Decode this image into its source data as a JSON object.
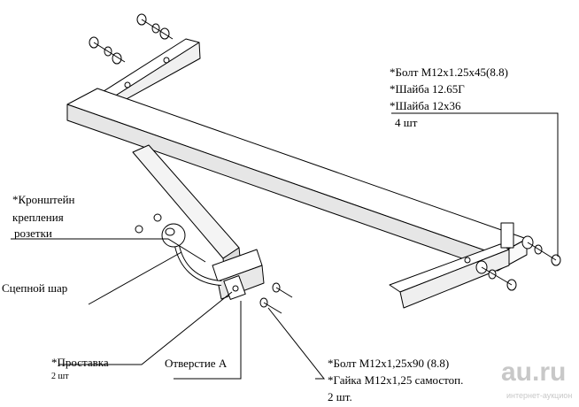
{
  "labels": {
    "top_right": {
      "line1": "*Болт М12х1.25х45(8.8)",
      "line2": "*Шайба 12.65Г",
      "line3": "*Шайба 12х36",
      "qty": "4 шт"
    },
    "bracket": {
      "line1": "*Кронштейн",
      "line2": "крепления",
      "line3": "розетки"
    },
    "ball": "Сцепной шар",
    "spacer": {
      "name": "*Проставка",
      "qty": "2 шт"
    },
    "hole": "Отверстие А",
    "bottom_right": {
      "line1": "*Болт М12х1,25х90 (8.8)",
      "line2": "*Гайка М12х1,25  самостоп.",
      "qty": "2 шт."
    }
  },
  "watermark": {
    "brand": "au.ru",
    "tagline": "интернет-аукцион"
  },
  "colors": {
    "line": "#000000",
    "fill": "#ffffff",
    "watermark": "#c8c8c8",
    "accent": "#e31e24"
  }
}
